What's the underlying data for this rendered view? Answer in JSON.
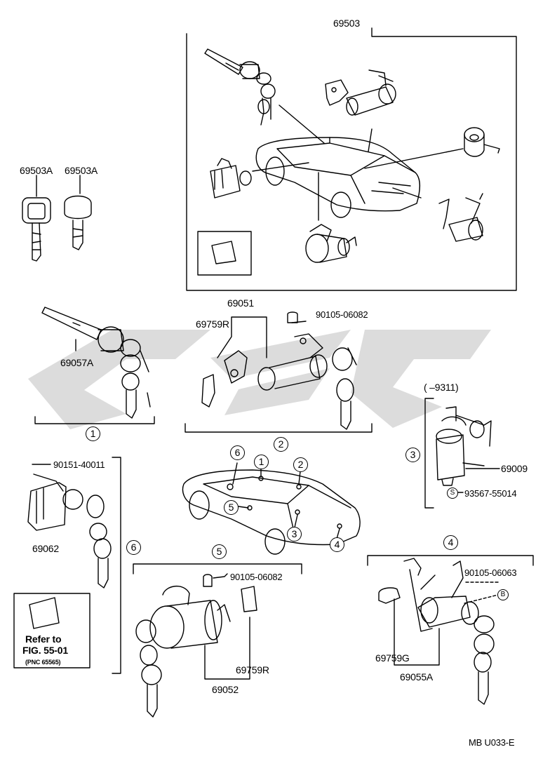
{
  "diagram": {
    "part_numbers": {
      "lock_set": "69503",
      "key_blank_a": "69503A",
      "key_blank_b": "69503A",
      "ignition_cylinder": "69057A",
      "door_lock_assy": "69051",
      "door_lock_rod_front": "69759R",
      "bolt_door_front": "90105-06082",
      "bracket_note": "(      –9311)",
      "ignition_switch_lock": "69009",
      "ignition_screw": "93567-55014",
      "screw_glovebox": "90151-40011",
      "glovebox_lock": "69062",
      "bolt_rear": "90105-06082",
      "door_lock_rear": "69052",
      "door_lock_rod_rear": "69759R",
      "bolt_trunk": "90105-06063",
      "trunk_rod": "69759G",
      "trunk_lock": "69055A"
    },
    "callouts": {
      "c1": "1",
      "c2": "2",
      "c3": "3",
      "c4": "4",
      "c5": "5",
      "c6": "6",
      "s_mark": "S",
      "b_mark": "B"
    },
    "refer_note": {
      "line1": "Refer to",
      "line2": "FIG. 55-01",
      "line3": "(PNC 65565)"
    },
    "footer_code": "MB U033-E",
    "watermark_color": "#d3d3d3"
  }
}
